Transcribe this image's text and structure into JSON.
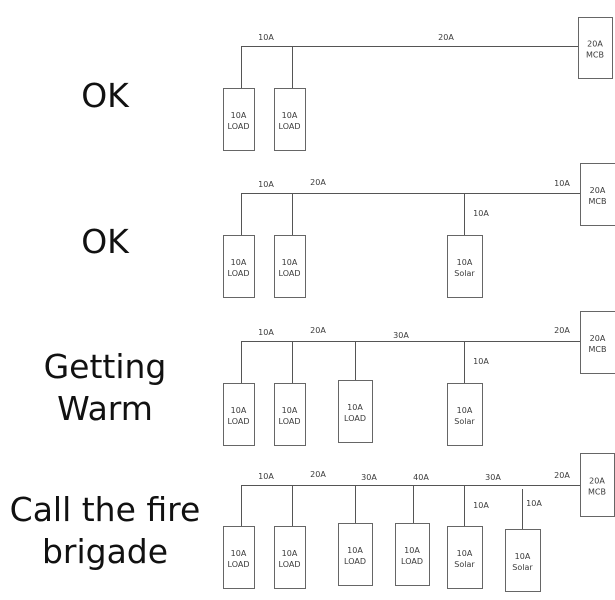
{
  "diagrams": [
    {
      "status": [
        "OK"
      ],
      "source": {
        "line1": "20A",
        "line2": "MCB"
      },
      "segment_labels": [
        "10A",
        "20A"
      ],
      "devices": [
        {
          "line1": "10A",
          "line2": "LOAD",
          "type": "load"
        },
        {
          "line1": "10A",
          "line2": "LOAD",
          "type": "load"
        }
      ],
      "branch_labels": []
    },
    {
      "status": [
        "OK"
      ],
      "source": {
        "line1": "20A",
        "line2": "MCB"
      },
      "segment_labels": [
        "10A",
        "20A",
        "10A"
      ],
      "devices": [
        {
          "line1": "10A",
          "line2": "LOAD",
          "type": "load"
        },
        {
          "line1": "10A",
          "line2": "LOAD",
          "type": "load"
        },
        {
          "line1": "10A",
          "line2": "Solar",
          "type": "solar"
        }
      ],
      "branch_labels": [
        "10A"
      ]
    },
    {
      "status": [
        "Getting",
        "Warm"
      ],
      "source": {
        "line1": "20A",
        "line2": "MCB"
      },
      "segment_labels": [
        "10A",
        "20A",
        "30A",
        "20A"
      ],
      "devices": [
        {
          "line1": "10A",
          "line2": "LOAD",
          "type": "load"
        },
        {
          "line1": "10A",
          "line2": "LOAD",
          "type": "load"
        },
        {
          "line1": "10A",
          "line2": "LOAD",
          "type": "load"
        },
        {
          "line1": "10A",
          "line2": "Solar",
          "type": "solar"
        }
      ],
      "branch_labels": [
        "10A"
      ]
    },
    {
      "status": [
        "Call the fire",
        "brigade"
      ],
      "source": {
        "line1": "20A",
        "line2": "MCB"
      },
      "segment_labels": [
        "10A",
        "20A",
        "30A",
        "40A",
        "30A",
        "20A"
      ],
      "devices": [
        {
          "line1": "10A",
          "line2": "LOAD",
          "type": "load"
        },
        {
          "line1": "10A",
          "line2": "LOAD",
          "type": "load"
        },
        {
          "line1": "10A",
          "line2": "LOAD",
          "type": "load"
        },
        {
          "line1": "10A",
          "line2": "LOAD",
          "type": "load"
        },
        {
          "line1": "10A",
          "line2": "Solar",
          "type": "solar"
        },
        {
          "line1": "10A",
          "line2": "Solar",
          "type": "solar"
        }
      ],
      "branch_labels": [
        "10A",
        "10A"
      ]
    }
  ]
}
